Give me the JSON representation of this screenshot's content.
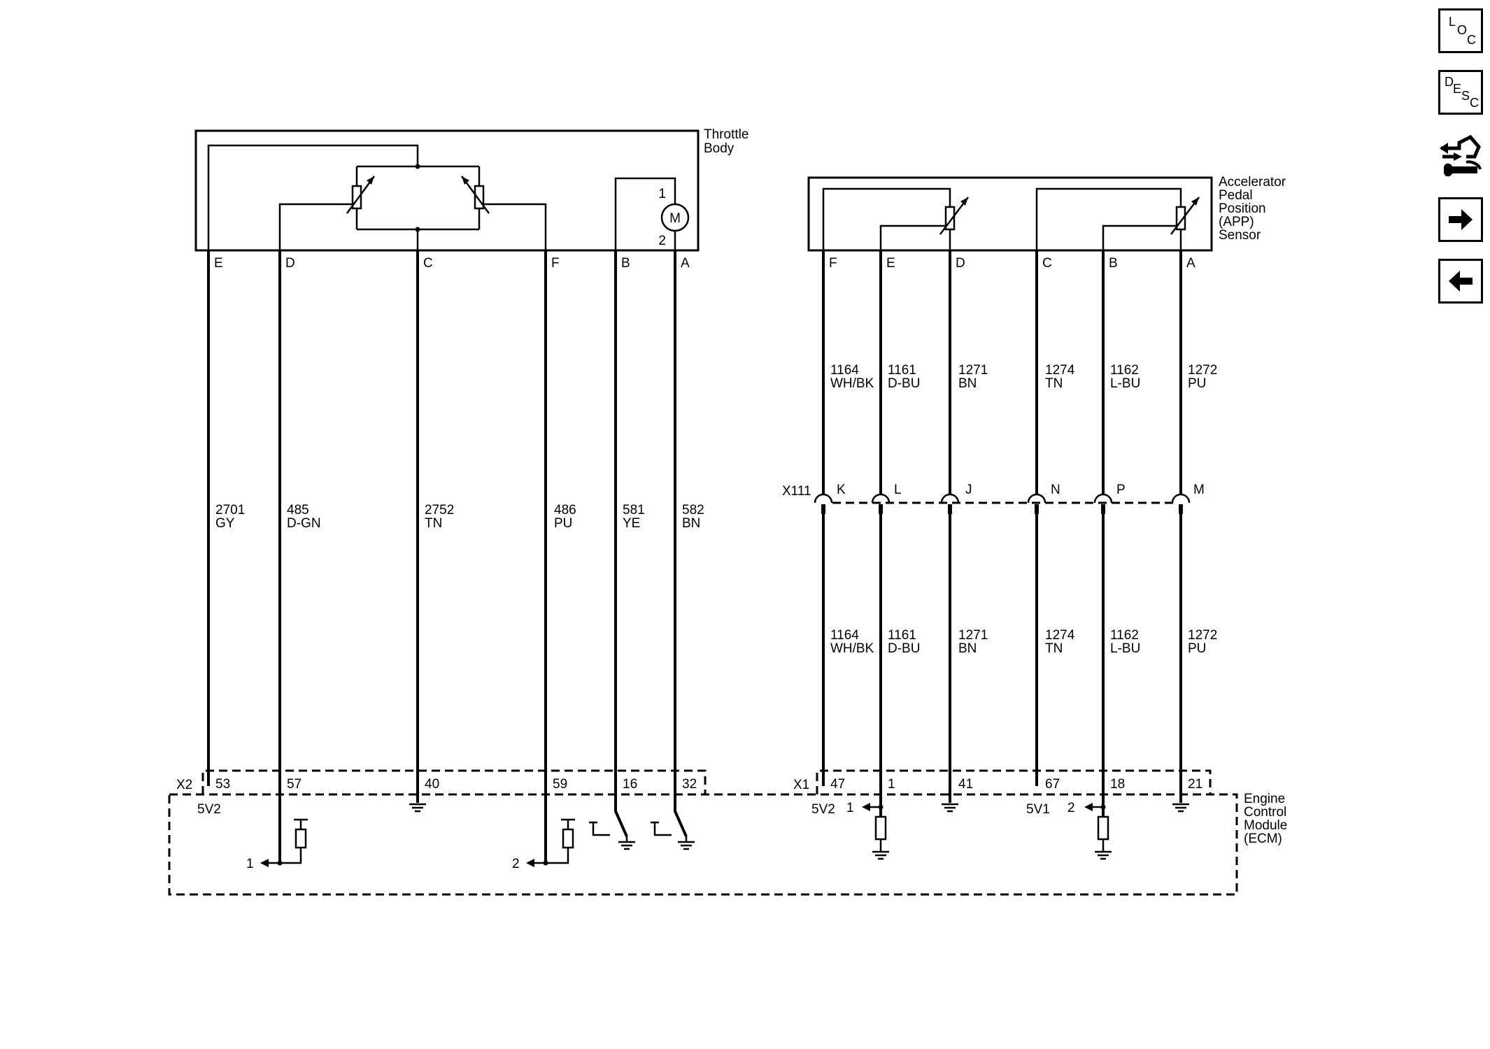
{
  "components": {
    "throttle_body": "Throttle Body",
    "app_sensor": [
      "Accelerator",
      "Pedal",
      "Position",
      "(APP)",
      "Sensor"
    ],
    "ecm": [
      "Engine",
      "Control",
      "Module",
      "(ECM)"
    ],
    "motor": "M"
  },
  "connectors": {
    "x2": "X2",
    "x1": "X1",
    "x111": "X111"
  },
  "throttle_circuits": [
    {
      "pin": "E",
      "num": "2701",
      "color": "GY",
      "ecm_pin": "53",
      "ecm_label": "5V2"
    },
    {
      "pin": "D",
      "num": "485",
      "color": "D-GN",
      "ecm_pin": "57",
      "ecm_label": ""
    },
    {
      "pin": "C",
      "num": "2752",
      "color": "TN",
      "ecm_pin": "40",
      "ecm_label": ""
    },
    {
      "pin": "F",
      "num": "486",
      "color": "PU",
      "ecm_pin": "59",
      "ecm_label": ""
    },
    {
      "pin": "B",
      "num": "581",
      "color": "YE",
      "ecm_pin": "16",
      "ecm_label": ""
    },
    {
      "pin": "A",
      "num": "582",
      "color": "BN",
      "ecm_pin": "32",
      "ecm_label": ""
    }
  ],
  "motor_terminals": [
    "1",
    "2"
  ],
  "app_circuits": [
    {
      "pin": "F",
      "num": "1164",
      "color": "WH/BK",
      "x111_pin": "K",
      "ecm_pin": "47",
      "ecm_label": "5V2"
    },
    {
      "pin": "E",
      "num": "1161",
      "color": "D-BU",
      "x111_pin": "L",
      "ecm_pin": "1",
      "ecm_label": ""
    },
    {
      "pin": "D",
      "num": "1271",
      "color": "BN",
      "x111_pin": "J",
      "ecm_pin": "41",
      "ecm_label": ""
    },
    {
      "pin": "C",
      "num": "1274",
      "color": "TN",
      "x111_pin": "N",
      "ecm_pin": "67",
      "ecm_label": "5V1"
    },
    {
      "pin": "B",
      "num": "1162",
      "color": "L-BU",
      "x111_pin": "P",
      "ecm_pin": "18",
      "ecm_label": ""
    },
    {
      "pin": "A",
      "num": "1272",
      "color": "PU",
      "x111_pin": "M",
      "ecm_pin": "21",
      "ecm_label": ""
    }
  ],
  "signal_refs": {
    "tb_d": "1",
    "tb_f": "2",
    "app_e": "1",
    "app_b": "2"
  },
  "nav": {
    "loc": [
      "L",
      "O",
      "C"
    ],
    "desc": [
      "D",
      "E",
      "S",
      "C"
    ],
    "connector_icon": "connector-repair-icon",
    "next_icon": "arrow-right-icon",
    "prev_icon": "arrow-left-icon"
  }
}
